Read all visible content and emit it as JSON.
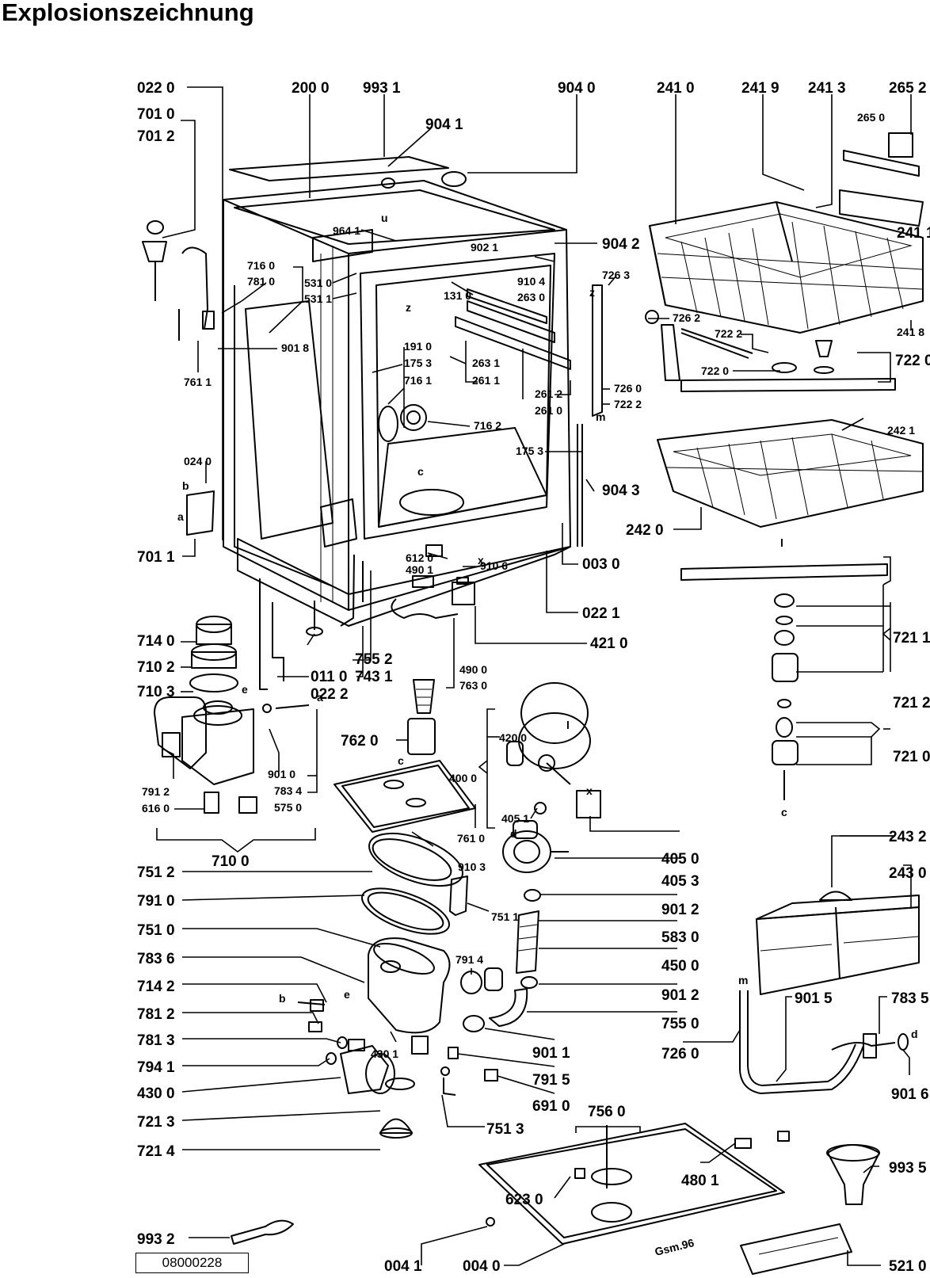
{
  "title": "Explosionszeichnung",
  "drawing_code": "08000228",
  "stamp": "Gsm.96",
  "labels": {
    "p022_0": "022 0",
    "p200_0": "200 0",
    "p993_1": "993 1",
    "p904_0": "904 0",
    "p241_0": "241 0",
    "p241_9": "241 9",
    "p241_3": "241 3",
    "p265_2": "265 2",
    "p265_0": "265 0",
    "p241_1": "241 1",
    "p701_0": "701 0",
    "p701_2": "701 2",
    "p904_1": "904 1",
    "p964_1": "964 1",
    "p902_1": "902 1",
    "p904_2": "904 2",
    "p716_0": "716 0",
    "p781_0": "781 0",
    "p531_0": "531 0",
    "p531_1": "531 1",
    "p910_4": "910 4",
    "p263_0": "263 0",
    "p131_0": "131 0",
    "p726_3": "726 3",
    "p726_2": "726 2",
    "p722_2a": "722 2",
    "p722_0a": "722 0",
    "p241_8": "241 8",
    "p722_0b": "722 0",
    "p901_8": "901 8",
    "p761_1": "761 1",
    "p191_0": "191 0",
    "p175_3a": "175 3",
    "p716_1": "716 1",
    "p263_1": "263 1",
    "p261_1": "261 1",
    "p261_2": "261 2",
    "p261_0": "261 0",
    "p726_0a": "726 0",
    "p722_2b": "722 2",
    "p716_2": "716 2",
    "p242_1": "242 1",
    "p024_0": "024 0",
    "p175_3b": "175 3",
    "p904_3": "904 3",
    "p242_0": "242 0",
    "p701_1": "701 1",
    "p612_0": "612 0",
    "p490_1": "490 1",
    "p910_6": "910 6",
    "p003_0": "003 0",
    "p022_1": "022 1",
    "p421_0": "421 0",
    "p721_1": "721 1",
    "p714_0": "714 0",
    "p710_2": "710 2",
    "p755_2": "755 2",
    "p743_1": "743 1",
    "p011_0": "011 0",
    "p022_2": "022 2",
    "p490_0": "490 0",
    "p763_0": "763 0",
    "p710_3": "710 3",
    "p721_2": "721 2",
    "p762_0": "762 0",
    "p420_0": "420 0",
    "p400_0": "400 0",
    "p901_0": "901 0",
    "p783_4": "783 4",
    "p575_0": "575 0",
    "p791_2": "791 2",
    "p616_0": "616 0",
    "p721_0": "721 0",
    "p405_1": "405 1",
    "p761_0": "761 0",
    "p710_0": "710 0",
    "p910_3": "910 3",
    "p405_0": "405 0",
    "p405_3": "405 3",
    "p243_2": "243 2",
    "p243_0": "243 0",
    "p751_2": "751 2",
    "p751_1": "751 1",
    "p901_2a": "901 2",
    "p791_0": "791 0",
    "p583_0": "583 0",
    "p751_0": "751 0",
    "p450_0": "450 0",
    "p783_6": "783 6",
    "p791_4": "791 4",
    "p714_2": "714 2",
    "p901_2b": "901 2",
    "p901_5": "901 5",
    "p783_5": "783 5",
    "p781_2": "781 2",
    "p755_0": "755 0",
    "p781_3": "781 3",
    "p430_1": "430 1",
    "p901_1": "901 1",
    "p726_0b": "726 0",
    "p794_1": "794 1",
    "p791_5": "791 5",
    "p430_0": "430 0",
    "p691_0": "691 0",
    "p901_6": "901 6",
    "p721_3": "721 3",
    "p751_3": "751 3",
    "p756_0": "756 0",
    "p721_4": "721 4",
    "p480_1": "480 1",
    "p993_5": "993 5",
    "p623_0": "623 0",
    "p993_2": "993 2",
    "p004_1": "004 1",
    "p004_0": "004 0",
    "p521_0": "521 0"
  },
  "letters": {
    "u": "u",
    "z1": "z",
    "z2": "z",
    "m1": "m",
    "m2": "m",
    "a1": "a",
    "a2": "a",
    "b1": "b",
    "b2": "b",
    "c1": "c",
    "c2": "c",
    "c3": "c",
    "d1": "d",
    "d2": "d",
    "e1": "e",
    "e2": "e",
    "x1": "x",
    "x2": "x",
    "l1": "l",
    "l2": "l"
  }
}
